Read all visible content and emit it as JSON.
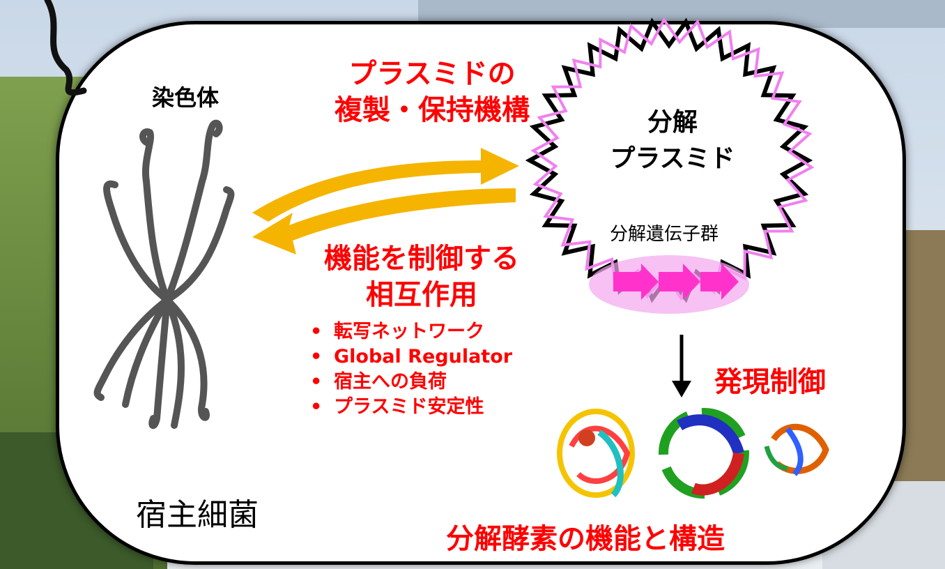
{
  "title_top": [
    "プラスミドの",
    "複製・保持機構"
  ],
  "chromosome_label": "染色体",
  "plasmid_label": [
    "分解",
    "プラスミド"
  ],
  "genes_label": "分解遺伝子群",
  "interaction_title": [
    "機能を制御する",
    "相互作用"
  ],
  "interaction_items": [
    "転写ネットワーク",
    "Global Regulator",
    "宿主への負荷",
    "プラスミド安定性"
  ],
  "expression_label": "発現制御",
  "host_label": "宿主細菌",
  "enzyme_label": "分解酵素の機能と構造",
  "colors": {
    "red_text": "#ff0000",
    "arrow": "#f5b400",
    "plasmid_pink": "#f080f0",
    "gene_arrow": "#ff33cc"
  }
}
